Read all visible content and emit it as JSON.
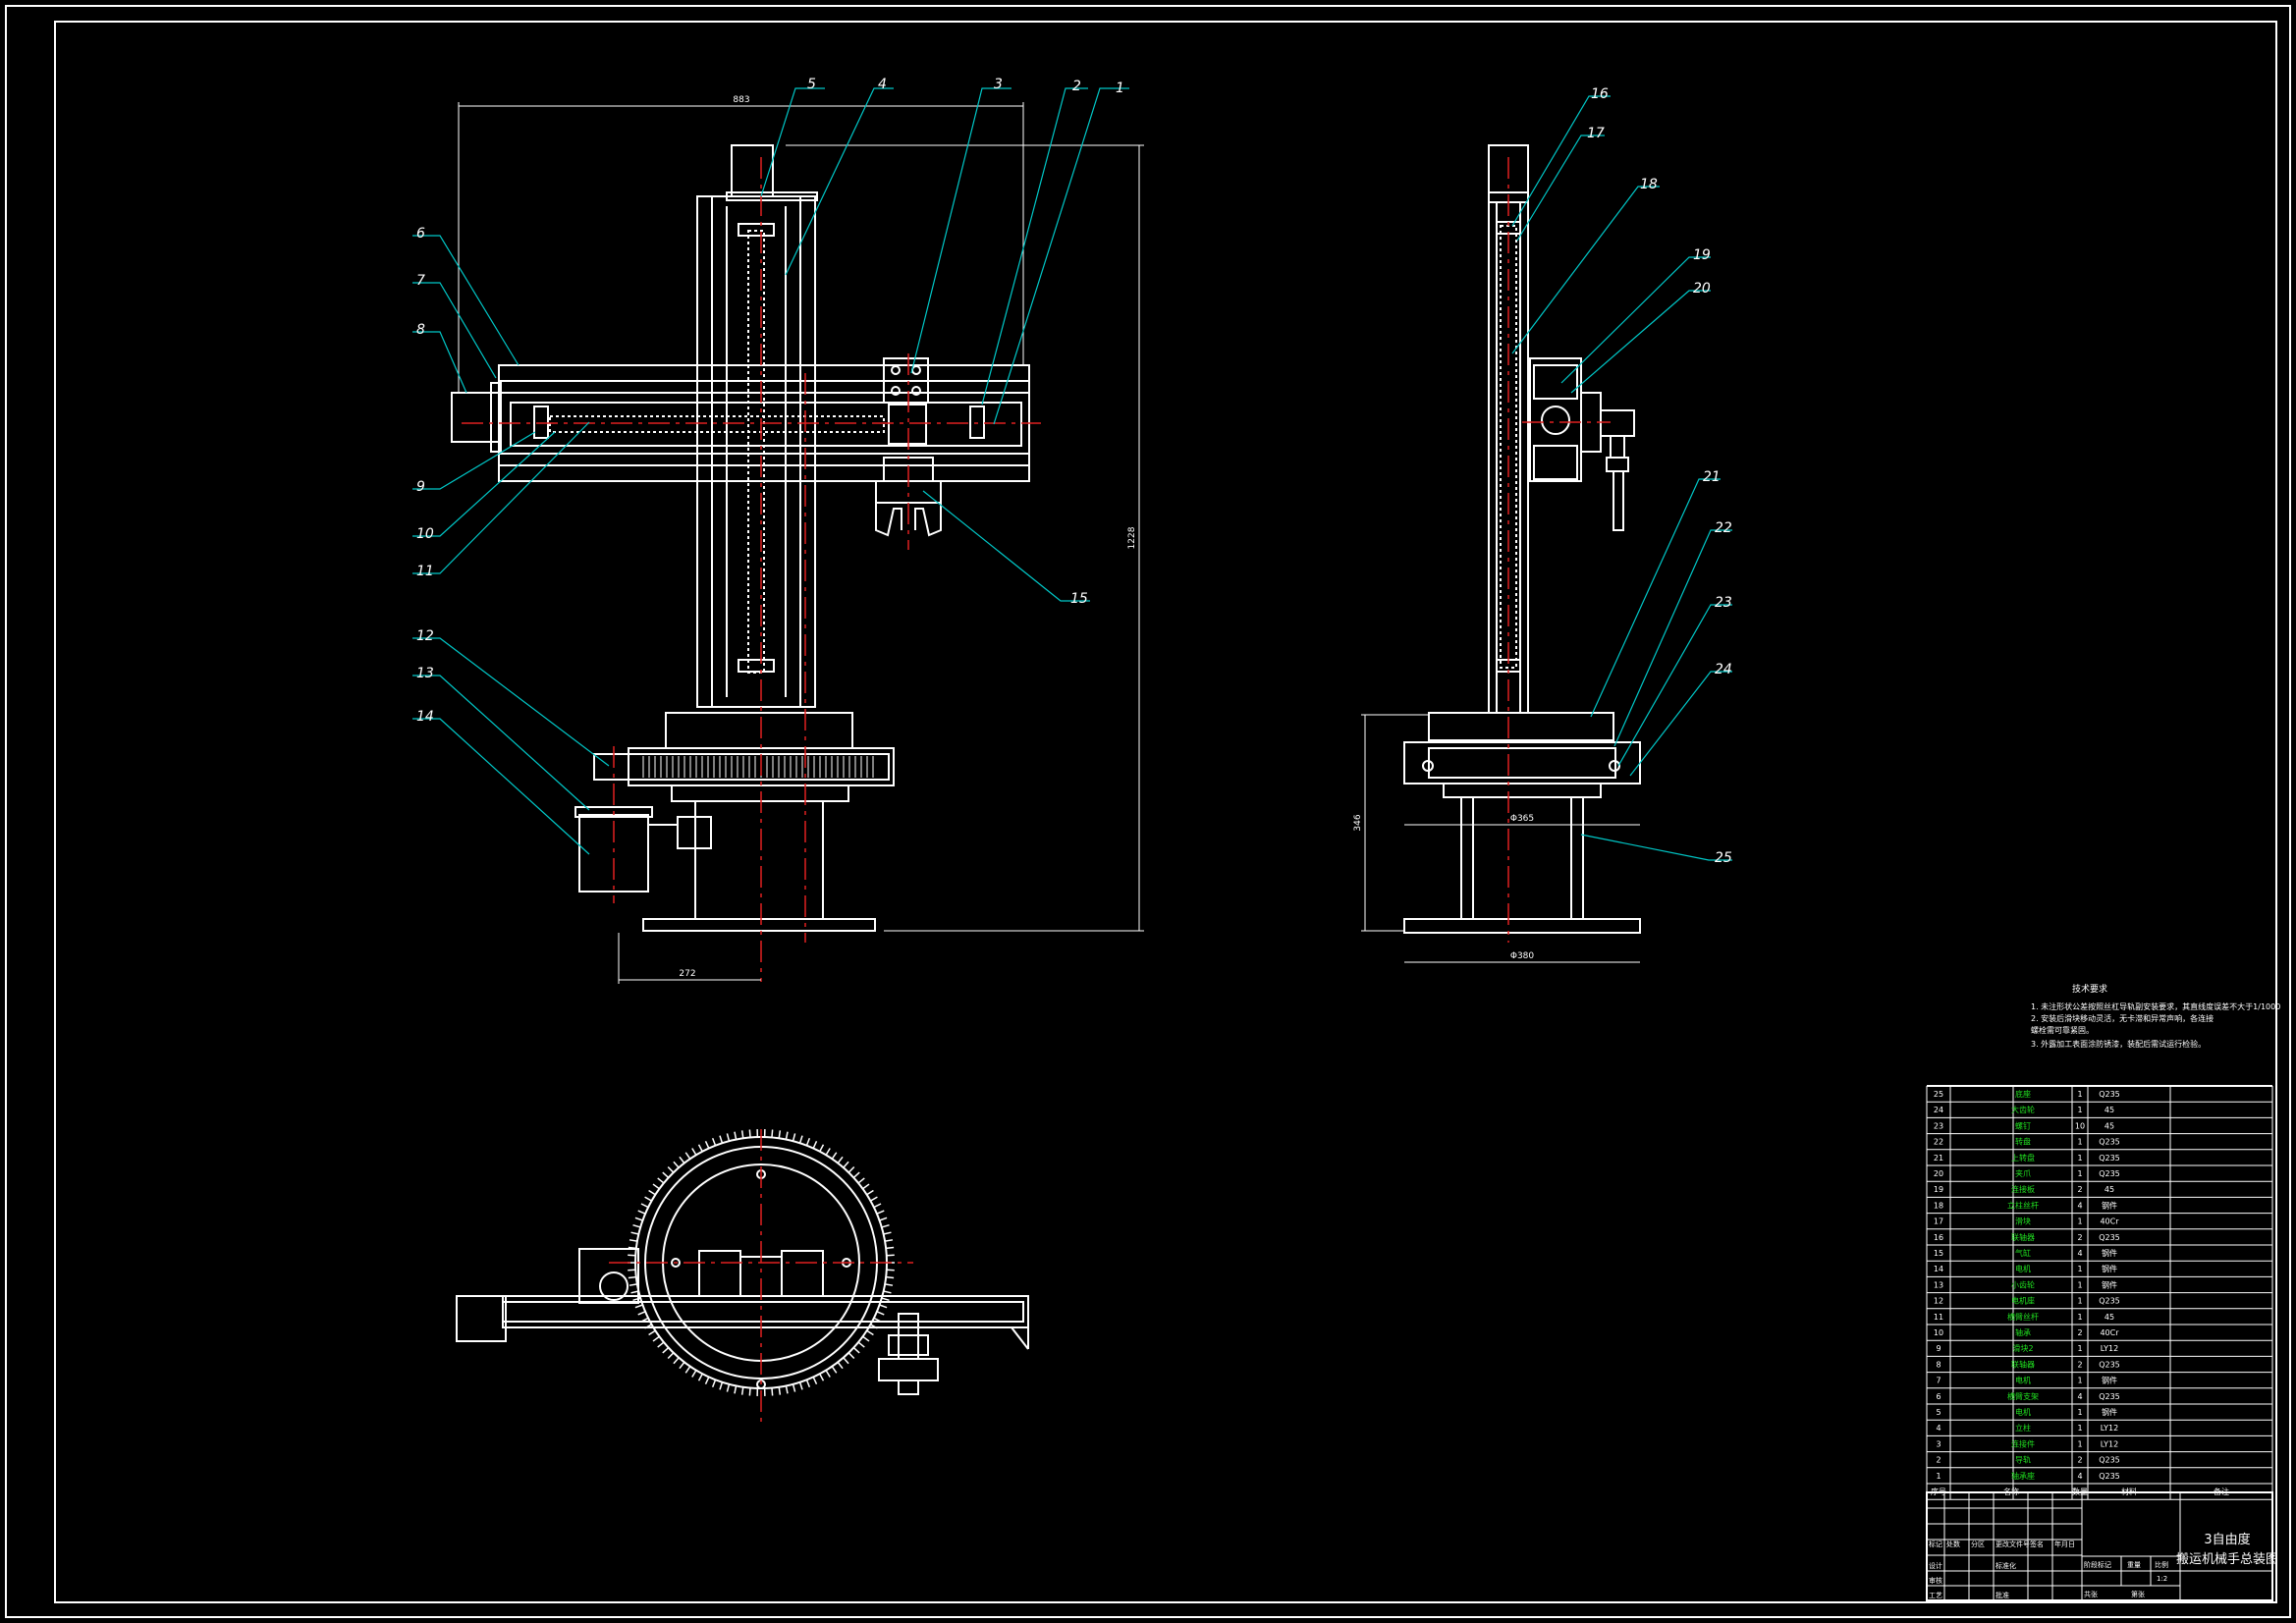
{
  "colors": {
    "background": "#000000",
    "frame": "#ffffff",
    "leader": "#00c8c8",
    "centerline": "#e02020",
    "table_text": "#20e020",
    "hatch": "#d8d8d8"
  },
  "balloons": [
    "1",
    "2",
    "3",
    "4",
    "5",
    "6",
    "7",
    "8",
    "9",
    "10",
    "11",
    "12",
    "13",
    "14",
    "15",
    "16",
    "17",
    "18",
    "19",
    "20",
    "21",
    "22",
    "23",
    "24",
    "25"
  ],
  "dimensions": {
    "front_width": "883",
    "front_height": "1228",
    "front_base": "272",
    "side_height": "346",
    "side_upper_dia": "Φ365",
    "side_base_dia": "Φ380"
  },
  "notes": {
    "title": "技术要求",
    "lines": [
      "1. 未注形状公差按照丝杠导轨副安装要求，其直线度误差不大于1/1000",
      "2. 安装后滑块移动灵活，无卡滞和异常声响，各连接",
      "   螺栓需可靠紧固。",
      "3. 外露加工表面涂防锈漆，装配后需试运行检验。"
    ]
  },
  "bom": {
    "rows": [
      [
        "25",
        "底座",
        "1",
        "Q235"
      ],
      [
        "24",
        "大齿轮",
        "1",
        "45"
      ],
      [
        "23",
        "螺钉",
        "10",
        "45"
      ],
      [
        "22",
        "转盘",
        "1",
        "Q235"
      ],
      [
        "21",
        "上转盘",
        "1",
        "Q235"
      ],
      [
        "20",
        "夹爪",
        "1",
        "Q235"
      ],
      [
        "19",
        "连接板",
        "2",
        "45"
      ],
      [
        "18",
        "立柱丝杆",
        "4",
        "钢件"
      ],
      [
        "17",
        "滑块",
        "1",
        "40Cr"
      ],
      [
        "16",
        "联轴器",
        "2",
        "Q235"
      ],
      [
        "15",
        "气缸",
        "4",
        "钢件"
      ],
      [
        "14",
        "电机",
        "1",
        "钢件"
      ],
      [
        "13",
        "小齿轮",
        "1",
        "钢件"
      ],
      [
        "12",
        "电机座",
        "1",
        "Q235"
      ],
      [
        "11",
        "横臂丝杆",
        "1",
        "45"
      ],
      [
        "10",
        "轴承",
        "2",
        "40Cr"
      ],
      [
        "9",
        "滑块2",
        "1",
        "LY12"
      ],
      [
        "8",
        "联轴器",
        "2",
        "Q235"
      ],
      [
        "7",
        "电机",
        "1",
        "钢件"
      ],
      [
        "6",
        "横臂支架",
        "4",
        "Q235"
      ],
      [
        "5",
        "电机",
        "1",
        "钢件"
      ],
      [
        "4",
        "立柱",
        "1",
        "LY12"
      ],
      [
        "3",
        "连接件",
        "1",
        "LY12"
      ],
      [
        "2",
        "导轨",
        "2",
        "Q235"
      ],
      [
        "1",
        "轴承座",
        "4",
        "Q235"
      ]
    ],
    "header": [
      "序号",
      "名称",
      "数量",
      "材料",
      "备注"
    ]
  },
  "title_block": {
    "title_line1": "3自由度",
    "title_line2": "搬运机械手总装图",
    "labels": [
      "标记",
      "处数",
      "分区",
      "更改文件号",
      "签名",
      "年月日",
      "设计",
      "标准化",
      "审核",
      "工艺",
      "批准",
      "阶段标记",
      "重量",
      "比例",
      "共张",
      "第张"
    ],
    "scale": "1:2"
  }
}
